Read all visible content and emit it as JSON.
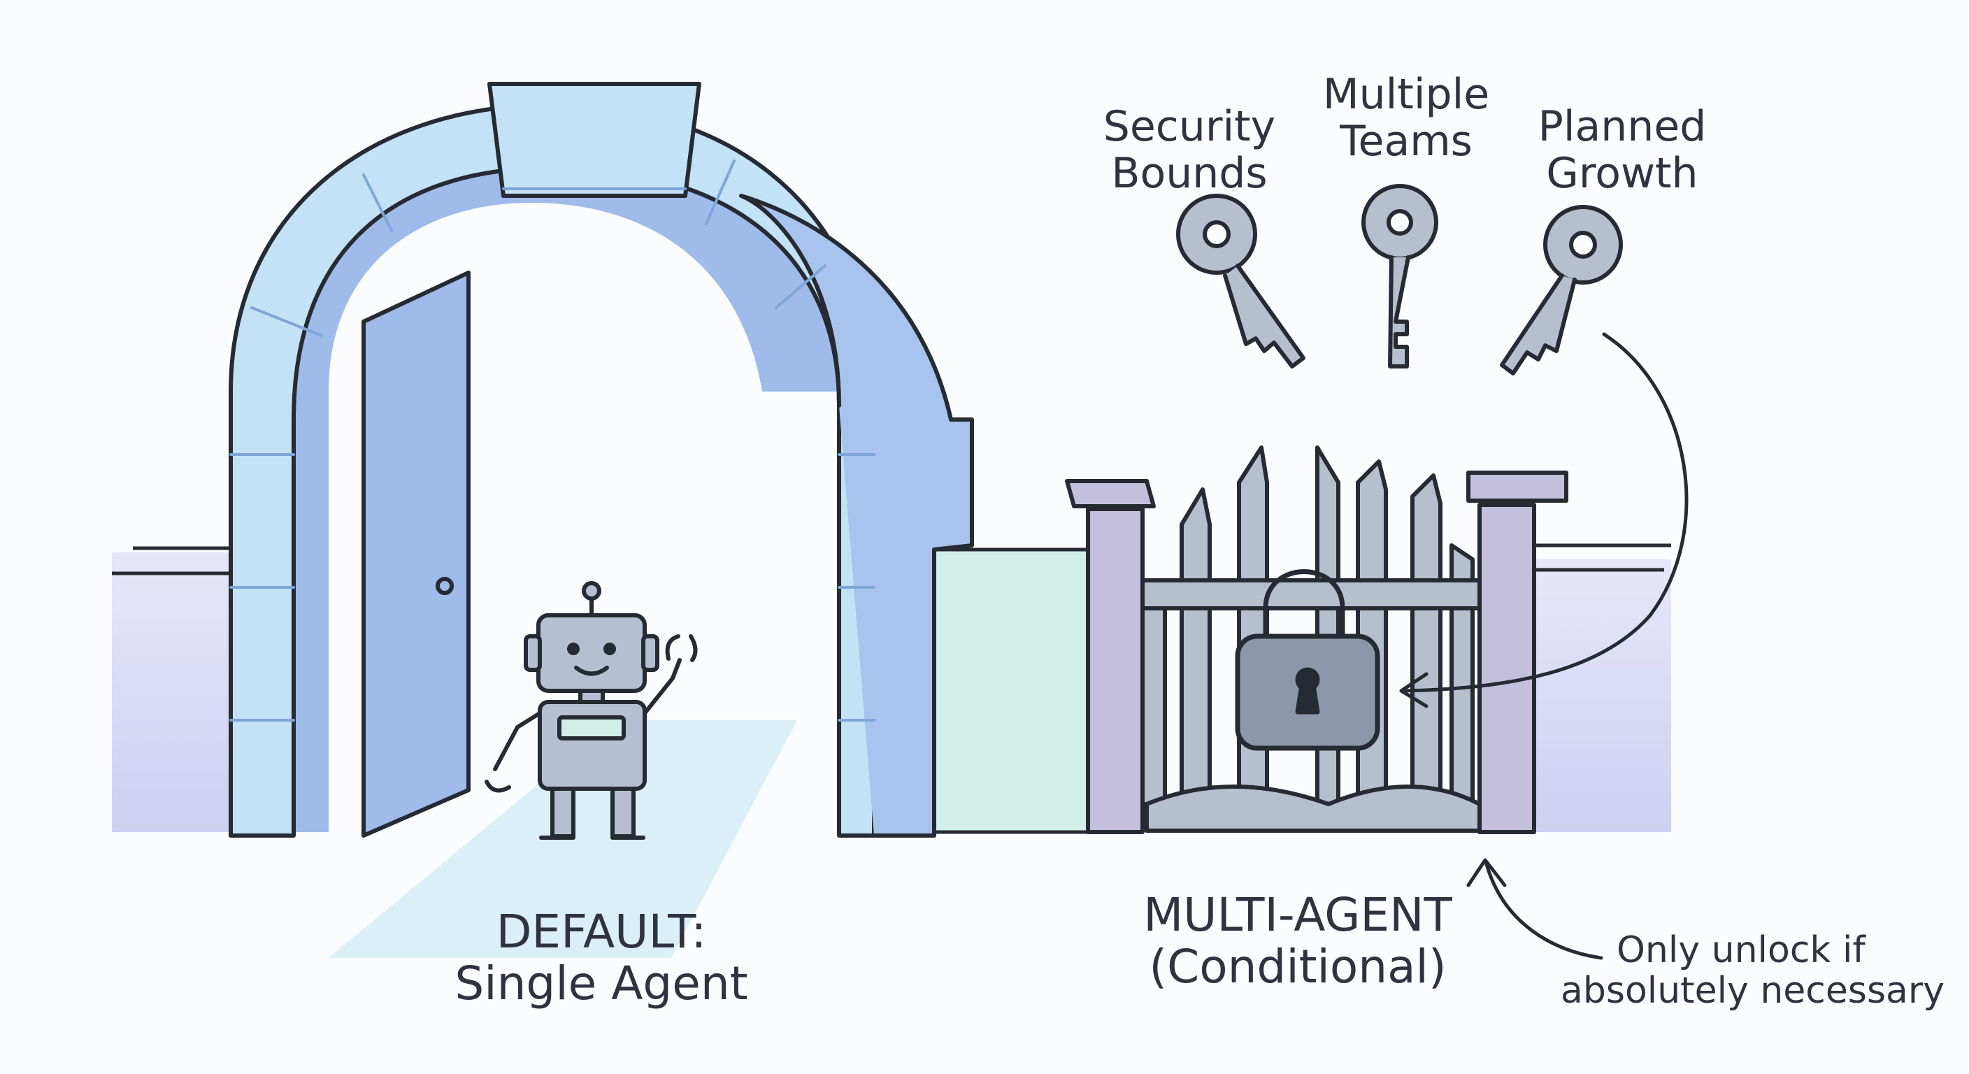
{
  "labels": {
    "security_bounds": [
      "Security",
      "Bounds"
    ],
    "multiple_teams": [
      "Multiple",
      "Teams"
    ],
    "planned_growth": [
      "Planned",
      "Growth"
    ],
    "default": [
      "DEFAULT:",
      "Single Agent"
    ],
    "multi_agent": [
      "MULTI-AGENT",
      "(Conditional)"
    ],
    "note": [
      "Only unlock if",
      "absolutely necessary"
    ]
  },
  "colors": {
    "outline": "#262a33",
    "arch_fill": "#c3e2f6",
    "door_fill": "#9fbbea",
    "wall_fill": "#dcdcf6",
    "wall_mint": "#d2eee8",
    "gate_fill": "#b7bfcf",
    "post_fill": "#c3bfdc",
    "robot_fill": "#b6bfd2",
    "path_fill": "#d4ecf7"
  },
  "icons": [
    "arch-icon",
    "door-icon",
    "robot-icon",
    "gate-icon",
    "padlock-icon",
    "key-icon",
    "arrow-icon"
  ]
}
